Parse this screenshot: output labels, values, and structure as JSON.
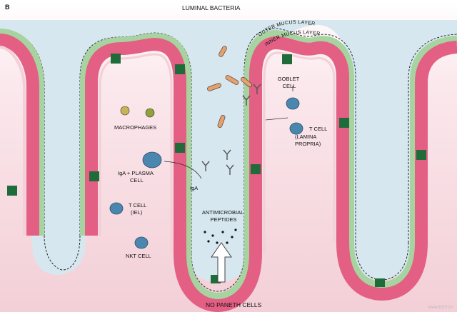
{
  "panel_letter": "B",
  "title": "LUMINAL BACTERIA",
  "footer": "NO PANETH CELLS",
  "layers": {
    "outer_mucus": "OUTER MUCUS LAYER",
    "inner_mucus": "INNER MUCUS LAYER"
  },
  "labels": {
    "goblet_cell": [
      "GOBLET",
      "CELL"
    ],
    "t_cell_lamina": [
      "T CELL",
      "(LAMINA",
      "PROPRIA)"
    ],
    "macrophages": "MACROPHAGES",
    "iga_plasma": [
      "IgA + PLASMA",
      "CELL"
    ],
    "iga": "IgA",
    "t_cell_iel": [
      "T CELL",
      "(IEL)"
    ],
    "nkt_cell": "NKT CELL",
    "antimicrobial": [
      "ANTIMICROBIAL",
      "PEPTIDES"
    ]
  },
  "watermark": "www.DXY.cn",
  "colors": {
    "lumen": "#d6e7f0",
    "lamina": "#f3cfd7",
    "mucus": "#a6d3a0",
    "epithelium": "#e35f84",
    "goblet": "#1f6b3a",
    "tcell": "#4a86ad"
  }
}
